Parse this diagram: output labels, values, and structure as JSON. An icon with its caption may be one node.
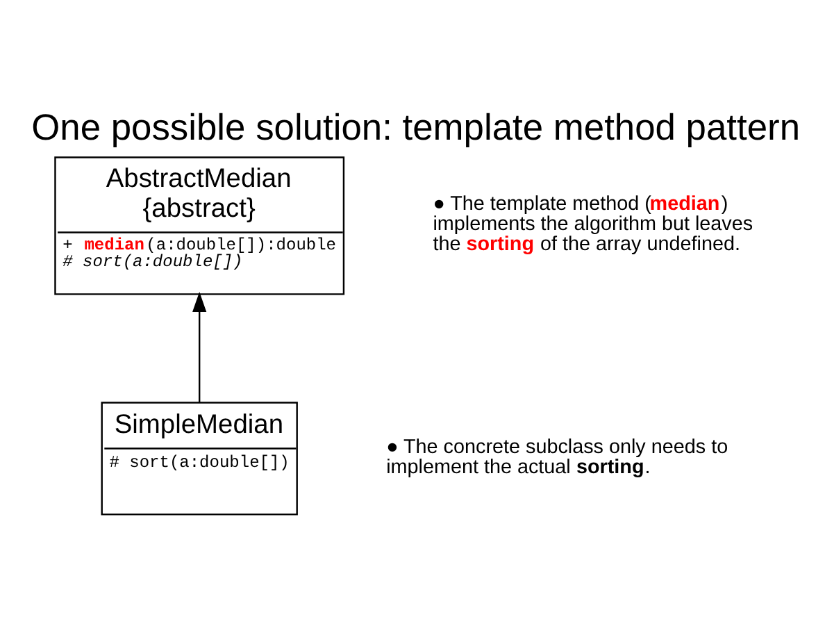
{
  "diagram": {
    "title": "One possible solution: template method pattern",
    "nodes": [
      {
        "text": [
          "AbstractMedian",
          "{abstract}",
          "+ **median**(a:double[]):double",
          "# sort(a:double[])"
        ]
      },
      {
        "text": [
          "SimpleMedian",
          "# sort(a:double[])"
        ]
      }
    ],
    "edges": [
      {
        "from": 1,
        "to": 0,
        "arrow": "to"
      }
    ],
    "labels": [
      "● The template method (**median**) implements the algorithm but leaves the **sorting** of the array undefined.",
      "● The concrete subclass only needs to implement the actual **sorting**."
    ]
  }
}
